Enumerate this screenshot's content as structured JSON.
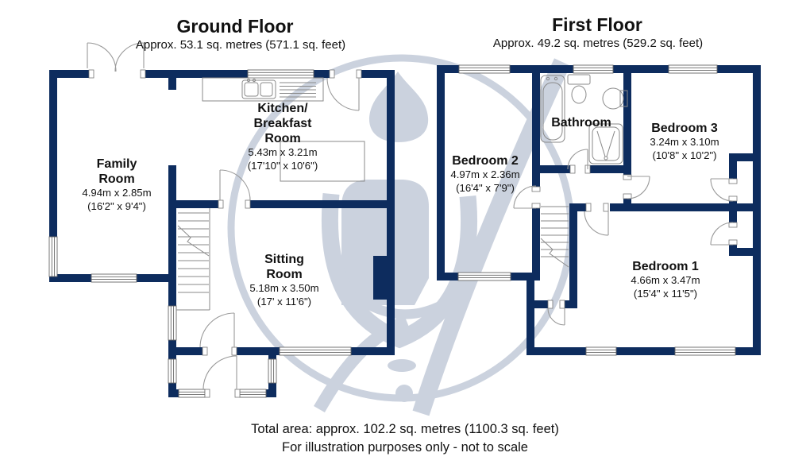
{
  "colors": {
    "wall": "#0d2c5e",
    "watermark": "#cbd2de",
    "line": "#8a8a8a",
    "text": "#111111"
  },
  "floors": [
    {
      "title": "Ground Floor",
      "area": "Approx. 53.1 sq. metres (571.1 sq. feet)"
    },
    {
      "title": "First Floor",
      "area": "Approx. 49.2 sq. metres (529.2 sq. feet)"
    }
  ],
  "rooms": [
    {
      "name_lines": [
        "Family",
        "Room"
      ],
      "metric": "4.94m x 2.85m",
      "imperial": "(16'2\" x 9'4\")"
    },
    {
      "name_lines": [
        "Kitchen/",
        "Breakfast",
        "Room"
      ],
      "metric": "5.43m x 3.21m",
      "imperial": "(17'10\" x 10'6\")"
    },
    {
      "name_lines": [
        "Sitting",
        "Room"
      ],
      "metric": "5.18m x 3.50m",
      "imperial": "(17' x 11'6\")"
    },
    {
      "name_lines": [
        "Bedroom 2"
      ],
      "metric": "4.97m x 2.36m",
      "imperial": "(16'4\" x 7'9\")"
    },
    {
      "name_lines": [
        "Bathroom"
      ]
    },
    {
      "name_lines": [
        "Bedroom 3"
      ],
      "metric": "3.24m x 3.10m",
      "imperial": "(10'8\" x 10'2\")"
    },
    {
      "name_lines": [
        "Bedroom 1"
      ],
      "metric": "4.66m x 3.47m",
      "imperial": "(15'4\" x 11'5\")"
    }
  ],
  "footer": {
    "total_area": "Total area: approx. 102.2 sq. metres (1100.3 sq. feet)",
    "disclaimer": "For illustration purposes only - not to scale"
  }
}
